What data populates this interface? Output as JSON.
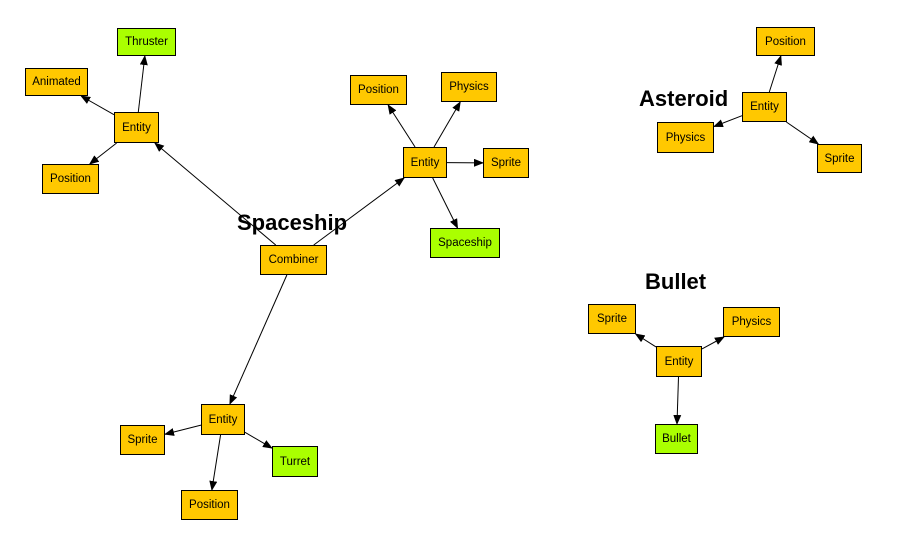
{
  "colors": {
    "component": "#ffc800",
    "custom": "#aaff00",
    "edge": "#000000"
  },
  "labels": [
    {
      "id": "spaceship",
      "text": "Spaceship"
    },
    {
      "id": "asteroid",
      "text": "Asteroid"
    },
    {
      "id": "bullet",
      "text": "Bullet"
    }
  ],
  "nodes": [
    {
      "id": "thruster",
      "label": "Thruster",
      "kind": "custom"
    },
    {
      "id": "animated",
      "label": "Animated",
      "kind": "component"
    },
    {
      "id": "entity1",
      "label": "Entity",
      "kind": "component"
    },
    {
      "id": "position1",
      "label": "Position",
      "kind": "component"
    },
    {
      "id": "combiner",
      "label": "Combiner",
      "kind": "component"
    },
    {
      "id": "position2",
      "label": "Position",
      "kind": "component"
    },
    {
      "id": "physics1",
      "label": "Physics",
      "kind": "component"
    },
    {
      "id": "entity2",
      "label": "Entity",
      "kind": "component"
    },
    {
      "id": "sprite1",
      "label": "Sprite",
      "kind": "component"
    },
    {
      "id": "spaceship",
      "label": "Spaceship",
      "kind": "custom"
    },
    {
      "id": "entity3",
      "label": "Entity",
      "kind": "component"
    },
    {
      "id": "sprite2",
      "label": "Sprite",
      "kind": "component"
    },
    {
      "id": "turret",
      "label": "Turret",
      "kind": "custom"
    },
    {
      "id": "position3",
      "label": "Position",
      "kind": "component"
    },
    {
      "id": "position4",
      "label": "Position",
      "kind": "component"
    },
    {
      "id": "entity4",
      "label": "Entity",
      "kind": "component"
    },
    {
      "id": "physics2",
      "label": "Physics",
      "kind": "component"
    },
    {
      "id": "sprite3",
      "label": "Sprite",
      "kind": "component"
    },
    {
      "id": "sprite4",
      "label": "Sprite",
      "kind": "component"
    },
    {
      "id": "physics3",
      "label": "Physics",
      "kind": "component"
    },
    {
      "id": "entity5",
      "label": "Entity",
      "kind": "component"
    },
    {
      "id": "bullet",
      "label": "Bullet",
      "kind": "custom"
    }
  ],
  "edges": [
    [
      "combiner",
      "entity1"
    ],
    [
      "combiner",
      "entity2"
    ],
    [
      "combiner",
      "entity3"
    ],
    [
      "entity1",
      "thruster"
    ],
    [
      "entity1",
      "animated"
    ],
    [
      "entity1",
      "position1"
    ],
    [
      "entity2",
      "position2"
    ],
    [
      "entity2",
      "physics1"
    ],
    [
      "entity2",
      "sprite1"
    ],
    [
      "entity2",
      "spaceship"
    ],
    [
      "entity3",
      "sprite2"
    ],
    [
      "entity3",
      "turret"
    ],
    [
      "entity3",
      "position3"
    ],
    [
      "entity4",
      "position4"
    ],
    [
      "entity4",
      "physics2"
    ],
    [
      "entity4",
      "sprite3"
    ],
    [
      "entity5",
      "sprite4"
    ],
    [
      "entity5",
      "physics3"
    ],
    [
      "entity5",
      "bullet"
    ]
  ]
}
